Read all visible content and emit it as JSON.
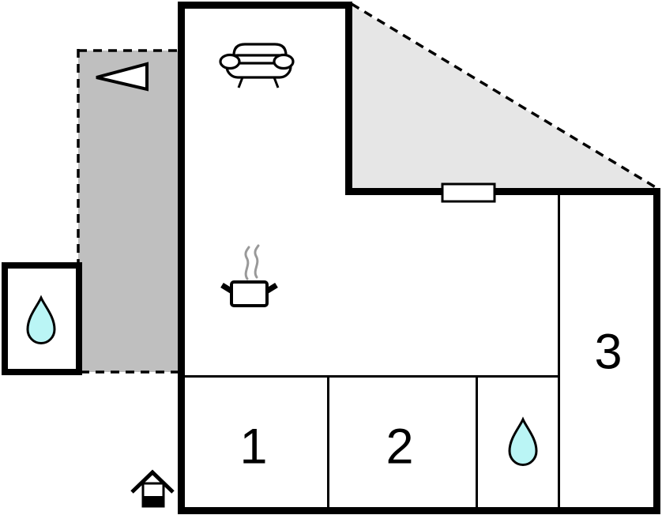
{
  "floorplan": {
    "title": "",
    "rooms": [
      {
        "label": "1"
      },
      {
        "label": "2"
      },
      {
        "label": "3"
      }
    ],
    "colors": {
      "wall": "#000000",
      "terrace_fill": "#bfbfbf",
      "upper_area_fill": "#e6e6e6",
      "water_fill": "#baf5f5",
      "steam_stroke": "#999999",
      "background": "#ffffff"
    },
    "icons": {
      "sofa": "sofa-icon",
      "cooking_pot": "cooking-pot-icon",
      "steam": "steam-icon",
      "entrance_arrow": "arrow-left-icon",
      "house": "house-entrance-icon",
      "water_drop_left_room": "water-drop-icon",
      "water_drop_bottom_room": "water-drop-icon",
      "window": "window-marker"
    }
  }
}
